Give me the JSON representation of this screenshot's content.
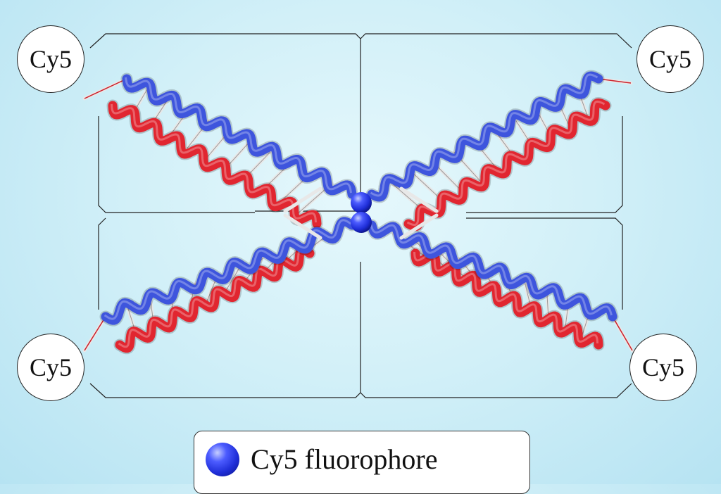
{
  "cy5_labels": {
    "top_left": "Cy5",
    "top_right": "Cy5",
    "bottom_left": "Cy5",
    "bottom_right": "Cy5"
  },
  "legend": {
    "icon": "blue-sphere-icon",
    "label": "Cy5 fluorophore"
  },
  "colors": {
    "strand_blue": "#3e55dd",
    "strand_red": "#e12630",
    "center_sphere": "#1f2ed8",
    "linker": "#e8e8e8"
  }
}
